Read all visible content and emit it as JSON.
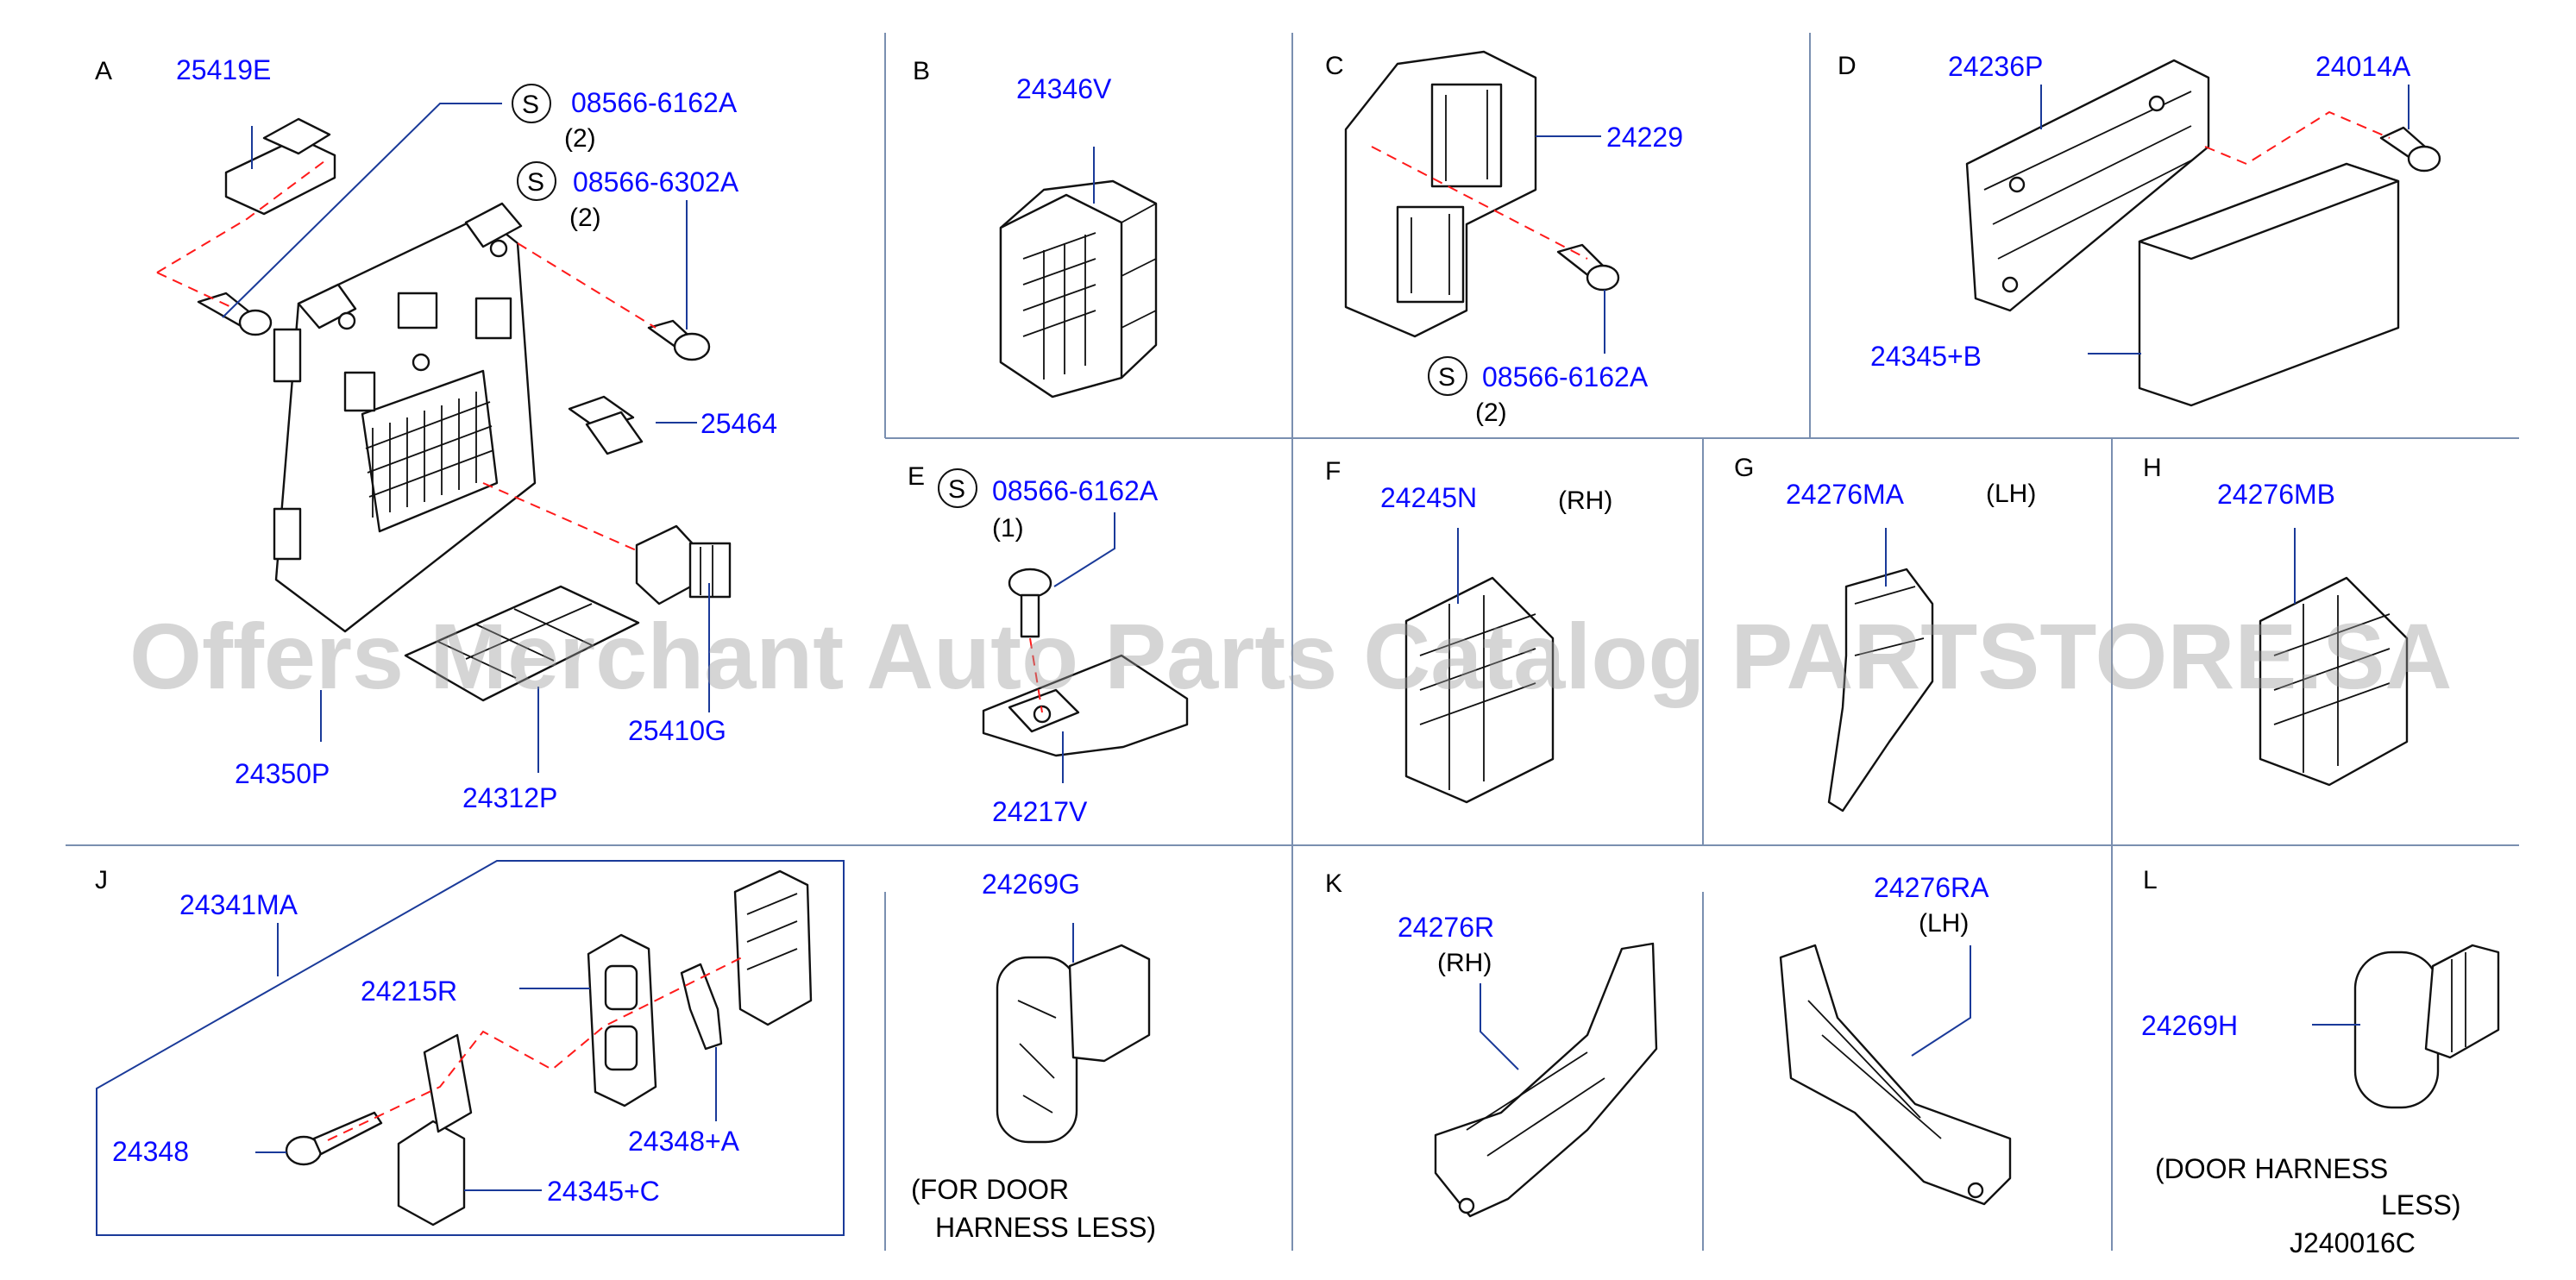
{
  "sections": {
    "A": {
      "letter": "A",
      "parts": [
        "25419E",
        "08566-6162A",
        "08566-6302A",
        "25464",
        "25410G",
        "24350P",
        "24312P"
      ],
      "qty": [
        "(2)",
        "(2)"
      ],
      "screw_symbol": "S"
    },
    "B": {
      "letter": "B",
      "parts": [
        "24346V"
      ]
    },
    "C": {
      "letter": "C",
      "parts": [
        "24229",
        "08566-6162A"
      ],
      "qty": [
        "(2)"
      ],
      "screw_symbol": "S"
    },
    "D": {
      "letter": "D",
      "parts": [
        "24236P",
        "24014A",
        "24345+B"
      ]
    },
    "E": {
      "letter": "E",
      "parts": [
        "08566-6162A",
        "24217V"
      ],
      "qty": [
        "(1)"
      ],
      "screw_symbol": "S"
    },
    "F": {
      "letter": "F",
      "parts": [
        "24245N"
      ],
      "side": "(RH)"
    },
    "G": {
      "letter": "G",
      "parts": [
        "24276MA"
      ],
      "side": "(LH)"
    },
    "H": {
      "letter": "H",
      "parts": [
        "24276MB"
      ]
    },
    "J": {
      "letter": "J",
      "parts": [
        "24341MA",
        "24215R",
        "24348",
        "24348+A",
        "24345+C"
      ]
    },
    "J2": {
      "parts": [
        "24269G"
      ],
      "note_line1": "(FOR  DOOR",
      "note_line2": "HARNESS  LESS)"
    },
    "K": {
      "letter": "K",
      "parts": [
        "24276R",
        "24276RA"
      ],
      "side_rh": "(RH)",
      "side_lh": "(LH)"
    },
    "L": {
      "letter": "L",
      "parts": [
        "24269H"
      ],
      "note_line1": "(DOOR   HARNESS",
      "note_line2": "LESS)"
    }
  },
  "diagram_code": "J240016C",
  "watermark": "Offers Merchant Auto Parts Catalog PARTSTORE.SA",
  "colors": {
    "part_number": "#0a0aff",
    "leader": "#1a3a99",
    "dashed_guide": "#ff1a1a",
    "grid": "#7a8fb0"
  }
}
